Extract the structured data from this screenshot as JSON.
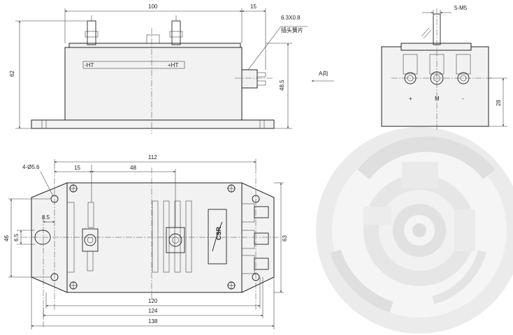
{
  "front_view": {
    "dim_overall_width": "100",
    "dim_flange": "15",
    "dim_height": "62",
    "dim_mount_height": "48.5",
    "terminal_callout": "6.3X0.8",
    "terminal_callout_cn": "插头簧片",
    "label_neg_ht": "-HT",
    "label_pos_ht": "+HT",
    "view_arrow_label": "A向"
  },
  "side_view": {
    "dim_thread": "5-M5",
    "dim_side_height": "28",
    "pin_labels": [
      "+",
      "M",
      "-"
    ]
  },
  "top_view": {
    "dim_holes": "4-Ø5.6",
    "dim_112": "112",
    "dim_15": "15",
    "dim_48": "48",
    "dim_8_5": "8.5",
    "dim_46": "46",
    "dim_6_5": "6.5",
    "dim_63": "63",
    "dim_120": "120",
    "dim_124": "124",
    "dim_138": "138",
    "logo_text": "CSR"
  },
  "colors": {
    "line": "#222222",
    "body_fill": "#f2f2f2",
    "watermark": "#c8c8c8"
  }
}
